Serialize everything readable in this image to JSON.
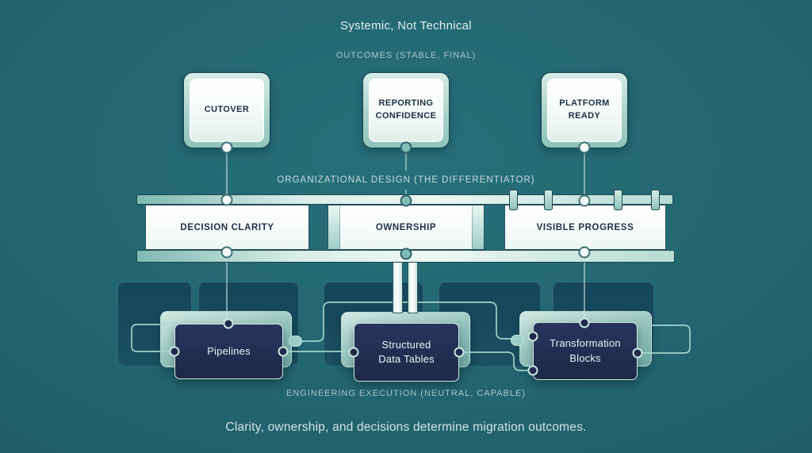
{
  "title": "Systemic, Not Technical",
  "caption": "Clarity, ownership, and decisions determine migration outcomes.",
  "layers": {
    "outcomes": {
      "label": "OUTCOMES (STABLE, FINAL)",
      "nodes": [
        "CUTOVER",
        "REPORTING CONFIDENCE",
        "PLATFORM READY"
      ]
    },
    "organizational": {
      "label": "ORGANIZATIONAL DESIGN (THE DIFFERENTIATOR)",
      "nodes": [
        "DECISION CLARITY",
        "OWNERSHIP",
        "VISIBLE PROGRESS"
      ]
    },
    "engineering": {
      "label": "ENGINEERING EXECUTION (NEUTRAL, CAPABLE)",
      "nodes": [
        "Pipelines",
        "Structured Data Tables",
        "Transformation Blocks"
      ]
    }
  },
  "colors": {
    "background": "#20616c",
    "background_light": "#27707b",
    "accent_mint": "#a9d8cf",
    "node_navy": "#1f2b4d",
    "wire": "#a6d9d0"
  }
}
